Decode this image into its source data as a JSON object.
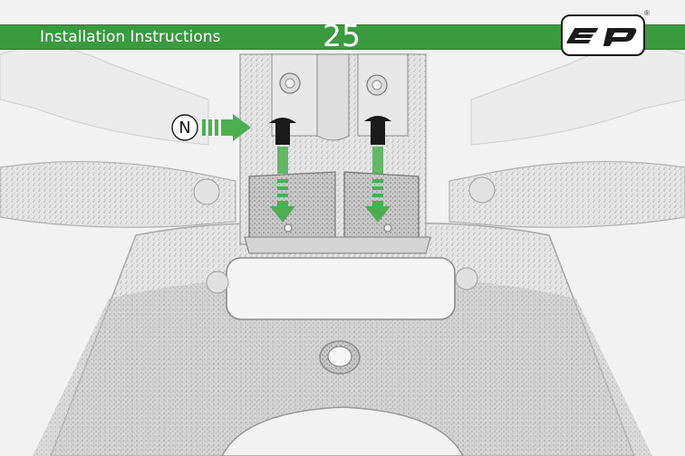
{
  "header": {
    "title": "Installation Instructions",
    "page_number": "25"
  },
  "brand": {
    "logo_icon": "ep-logo-icon",
    "logo_text": "ep",
    "registered_mark": "®"
  },
  "callout": {
    "label": "N",
    "arrow_icon": "arrow-right-icon"
  },
  "colors": {
    "brand_green": "#3a9a3e",
    "arrow_green": "#4caf50",
    "bolt_black": "#1a1a1a"
  }
}
